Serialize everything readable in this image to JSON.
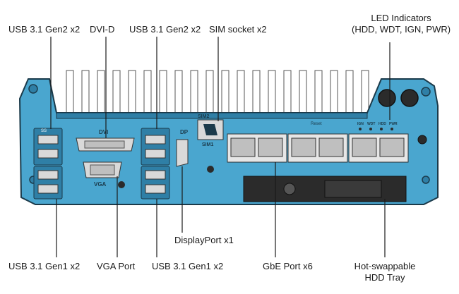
{
  "callouts": {
    "usb_gen2_left": "USB 3.1 Gen2 x2",
    "dvi": "DVI-D",
    "usb_gen2_mid": "USB 3.1 Gen2 x2",
    "sim_socket": "SIM socket x2",
    "led_line1": "LED Indicators",
    "led_line2": "(HDD, WDT, IGN, PWR)",
    "displayport": "DisplayPort x1",
    "usb_gen1_left": "USB 3.1 Gen1 x2",
    "vga_port": "VGA Port",
    "usb_gen1_mid": "USB 3.1 Gen1 x2",
    "gbe": "GbE Port x6",
    "hdd_line1": "Hot-swappable",
    "hdd_line2": "HDD Tray"
  },
  "panel_labels": {
    "dvi": "DVI",
    "dp": "DP",
    "vga": "VGA",
    "sim2": "SIM2",
    "sim1": "SIM1",
    "reset": "Reset",
    "ign": "IGN",
    "wdt": "WDT",
    "hdd": "HDD",
    "pwr": "PWR"
  },
  "colors": {
    "chassis": "#4aa6cf",
    "chassis_dark": "#2f7fa6",
    "outline": "#1b3a4a",
    "port": "#d9d9d9",
    "fin": "#ffffff"
  }
}
